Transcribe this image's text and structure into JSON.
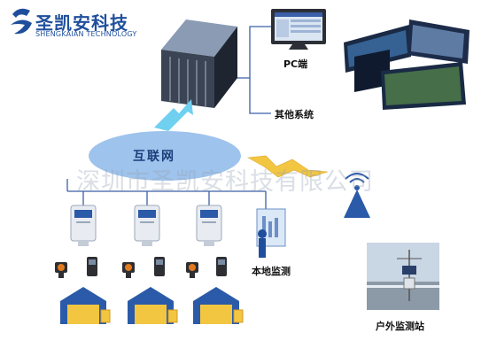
{
  "brand": {
    "name_cn": "圣凯安科技",
    "name_en": "SHENGKAIAN TECHNOLOGY"
  },
  "network": {
    "label": "互联网"
  },
  "outputs": {
    "pc_label": "PC端",
    "other_label": "其他系统"
  },
  "local": {
    "label": "本地监测"
  },
  "outdoor": {
    "label": "户外监测站"
  },
  "watermark": "深圳市圣凯安科技有限公司",
  "colors": {
    "brand": "#1f4f9c",
    "network": "#9ec3ec",
    "line": "#3a5fa8",
    "arrow": "#f2c641"
  }
}
